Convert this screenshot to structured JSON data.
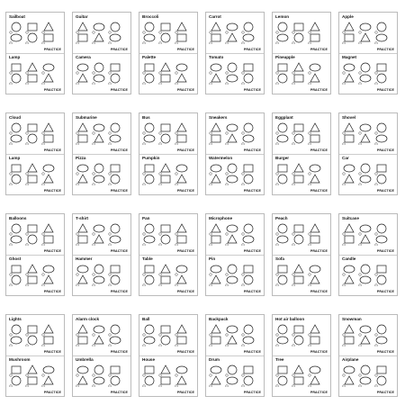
{
  "practice_label": "PRACTICE",
  "cards": [
    {
      "top": "Sailboat",
      "bottom": "Lamp"
    },
    {
      "top": "Guitar",
      "bottom": "Camera"
    },
    {
      "top": "Broccoli",
      "bottom": "Palette"
    },
    {
      "top": "Carrot",
      "bottom": "Tomato"
    },
    {
      "top": "Lemon",
      "bottom": "Pineapple"
    },
    {
      "top": "Apple",
      "bottom": "Magnet"
    },
    {
      "top": "Cloud",
      "bottom": "Lamp"
    },
    {
      "top": "Submarine",
      "bottom": "Pizza"
    },
    {
      "top": "Bus",
      "bottom": "Pumpkin"
    },
    {
      "top": "Sneakers",
      "bottom": "Watermelon"
    },
    {
      "top": "Eggplant",
      "bottom": "Burger"
    },
    {
      "top": "Shovel",
      "bottom": "Car"
    },
    {
      "top": "Balloons",
      "bottom": "Ghost"
    },
    {
      "top": "T-shirt",
      "bottom": "Hammer"
    },
    {
      "top": "Pan",
      "bottom": "Table"
    },
    {
      "top": "Microphone",
      "bottom": "Pin"
    },
    {
      "top": "Peach",
      "bottom": "Sofa"
    },
    {
      "top": "Suitcase",
      "bottom": "Candle"
    },
    {
      "top": "Lights",
      "bottom": "Mushroom"
    },
    {
      "top": "Alarm clock",
      "bottom": "Umbrella"
    },
    {
      "top": "Ball",
      "bottom": "House"
    },
    {
      "top": "Backpack",
      "bottom": "Drum"
    },
    {
      "top": "Hot air balloon",
      "bottom": "Tree"
    },
    {
      "top": "Snowman",
      "bottom": "Airplane"
    }
  ]
}
